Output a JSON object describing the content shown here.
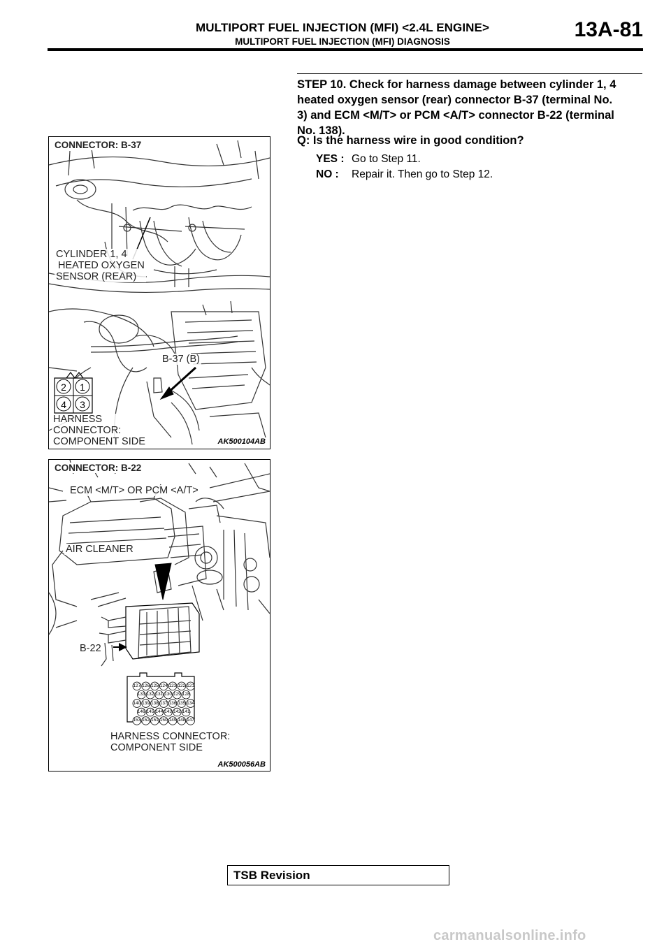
{
  "header": {
    "title": "MULTIPORT FUEL INJECTION (MFI) <2.4L ENGINE>",
    "subtitle": "MULTIPORT FUEL INJECTION (MFI) DIAGNOSIS",
    "page_number": "13A-81"
  },
  "step": {
    "lines": [
      "STEP 10. Check for harness damage between cylinder 1, 4",
      "heated oxygen sensor (rear) connector B-37 (terminal No.",
      "3) and ECM <M/T> or PCM <A/T> connector B-22 (terminal",
      "No. 138)."
    ],
    "question": "Q: Is the harness wire in good condition?",
    "answers": [
      {
        "label": "YES :",
        "text": "Go to Step 11."
      },
      {
        "label": "NO :",
        "text": "Repair it. Then go to Step 12."
      }
    ]
  },
  "figure1": {
    "heading": "CONNECTOR: B-37",
    "sensor_label": [
      "CYLINDER 1, 4",
      "HEATED OXYGEN",
      "SENSOR (REAR)"
    ],
    "connector_callout": "B-37 (B)",
    "pins": [
      "2",
      "1",
      "4",
      "3"
    ],
    "harness_label": [
      "HARNESS",
      "CONNECTOR:",
      "COMPONENT SIDE"
    ],
    "code": "AK500104AB"
  },
  "figure2": {
    "heading": "CONNECTOR: B-22",
    "ecm_label": "ECM <M/T> OR PCM <A/T>",
    "air_cleaner_label": "AIR CLEANER",
    "connector_callout": "B-22",
    "pin_rows": [
      [
        "127",
        "126",
        "125",
        "124",
        "123",
        "122",
        "121"
      ],
      [
        "133",
        "132",
        "131",
        "130",
        "129",
        "128"
      ],
      [
        "140",
        "139",
        "138",
        "137",
        "136",
        "135",
        "134"
      ],
      [
        "146",
        "145",
        "144",
        "143",
        "142",
        "141"
      ],
      [
        "153",
        "152",
        "151",
        "150",
        "149",
        "148",
        "147"
      ]
    ],
    "harness_label": [
      "HARNESS CONNECTOR:",
      "COMPONENT SIDE"
    ],
    "code": "AK500056AB"
  },
  "footer": {
    "tsb": "TSB Revision",
    "watermark": "carmanualsonline.info"
  }
}
